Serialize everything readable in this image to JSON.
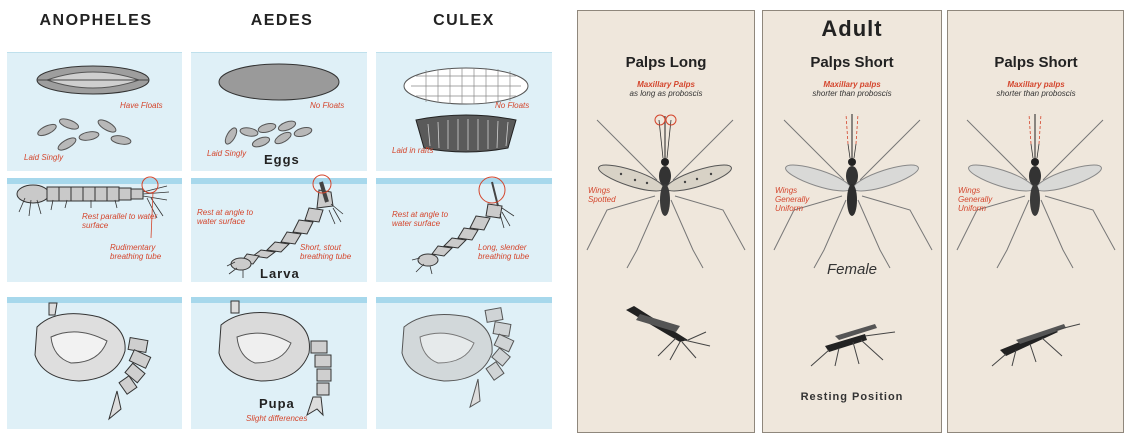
{
  "columns": [
    "ANOPHELES",
    "AEDES",
    "CULEX"
  ],
  "stages": {
    "eggs": "Eggs",
    "larva": "Larva",
    "pupa": "Pupa"
  },
  "egg_notes": {
    "anopheles_floats": "Have Floats",
    "anopheles_laid": "Laid Singly",
    "aedes_floats": "No Floats",
    "aedes_laid": "Laid Singly",
    "culex_floats": "No Floats",
    "culex_laid": "Laid in rafts"
  },
  "larva_notes": {
    "anopheles_rest": "Rest parallel to water surface",
    "anopheles_tube": "Rudimentary breathing tube",
    "aedes_rest": "Rest at angle to water surface",
    "aedes_tube": "Short, stout breathing tube",
    "culex_rest": "Rest at angle to water surface",
    "culex_tube": "Long, slender breathing tube"
  },
  "pupa_note": "Slight differences",
  "adult": {
    "title": "Adult",
    "panels": [
      {
        "palps": "Palps Long",
        "maxillary": "Maxillary Palps",
        "sub": "as long as proboscis",
        "wings": "Wings Spotted"
      },
      {
        "palps": "Palps Short",
        "maxillary": "Maxillary palps",
        "sub": "shorter than proboscis",
        "wings": "Wings Generally Uniform"
      },
      {
        "palps": "Palps Short",
        "maxillary": "Maxillary palps",
        "sub": "shorter than proboscis",
        "wings": "Wings Generally Uniform"
      }
    ],
    "female": "Female",
    "resting": "Resting Position"
  },
  "colors": {
    "water": "#dff0f7",
    "annotation": "#d4452c",
    "panel": "#efe7dc"
  }
}
